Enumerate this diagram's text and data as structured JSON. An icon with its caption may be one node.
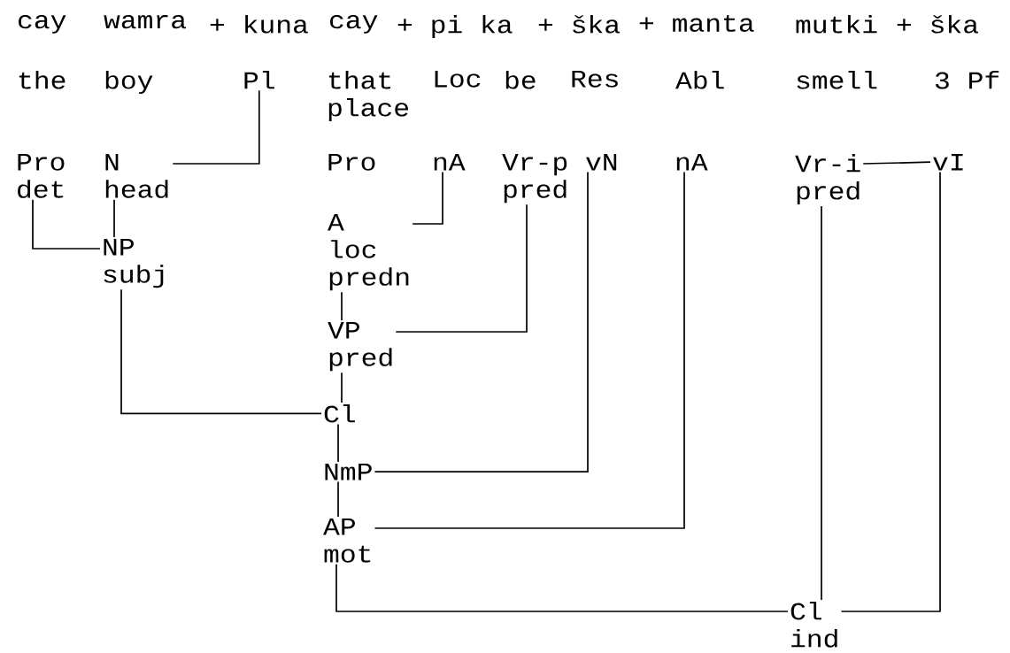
{
  "diagram": {
    "nodes": [
      {
        "text": [
          "Pl"
        ]
      },
      {
        "text": [
          "Pro",
          "det"
        ]
      },
      {
        "text": [
          "N",
          "head"
        ]
      },
      {
        "text": [
          "Pro"
        ]
      },
      {
        "text": [
          "nA"
        ]
      },
      {
        "text": [
          "Vr-p",
          "pred"
        ]
      },
      {
        "text": [
          "vN"
        ]
      },
      {
        "text": [
          "nA"
        ]
      },
      {
        "text": [
          "Vr-i",
          "pred"
        ]
      },
      {
        "text": [
          "vI"
        ]
      },
      {
        "text": [
          "A",
          "loc",
          "predn"
        ]
      },
      {
        "text": [
          "NP",
          "subj"
        ]
      },
      {
        "text": [
          "VP",
          "pred"
        ]
      },
      {
        "text": [
          "Cl"
        ]
      },
      {
        "text": [
          "NmP"
        ]
      },
      {
        "text": [
          "AP",
          "mot"
        ]
      },
      {
        "text": [
          "Cl",
          "ind"
        ]
      }
    ],
    "edges": [
      {
        "from": 2,
        "to": 0,
        "arrow": "none"
      },
      {
        "from": 1,
        "to": 11,
        "arrow": "none"
      },
      {
        "from": 2,
        "to": 11,
        "arrow": "none"
      },
      {
        "from": 4,
        "to": 10,
        "arrow": "none"
      },
      {
        "from": 5,
        "to": 12,
        "arrow": "none"
      },
      {
        "from": 6,
        "to": 14,
        "arrow": "none"
      },
      {
        "from": 7,
        "to": 15,
        "arrow": "none"
      },
      {
        "from": 8,
        "to": 9,
        "arrow": "none"
      },
      {
        "from": 8,
        "to": 16,
        "arrow": "none"
      },
      {
        "from": 9,
        "to": 16,
        "arrow": "none"
      },
      {
        "from": 10,
        "to": 12,
        "arrow": "none"
      },
      {
        "from": 11,
        "to": 13,
        "arrow": "none"
      },
      {
        "from": 12,
        "to": 13,
        "arrow": "none"
      },
      {
        "from": 13,
        "to": 14,
        "arrow": "none"
      },
      {
        "from": 14,
        "to": 15,
        "arrow": "none"
      },
      {
        "from": 15,
        "to": 16,
        "arrow": "none"
      }
    ],
    "labels": [
      "cay",
      "wamra",
      "+ kuna",
      "cay",
      "+ pi",
      "ka",
      "+ ška",
      "+ manta",
      "mutki",
      "+ ška",
      "the",
      "boy",
      "that place",
      "Loc",
      "be",
      "Res",
      "Abl",
      "smell",
      "3 Pf"
    ]
  }
}
